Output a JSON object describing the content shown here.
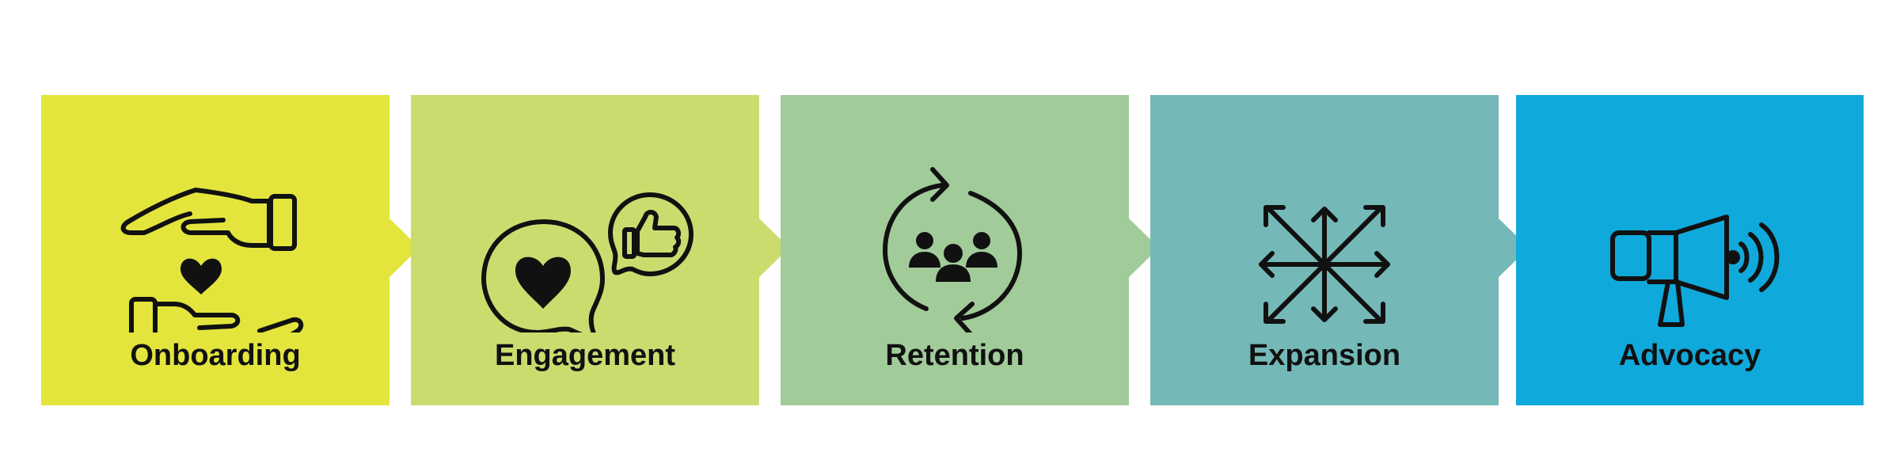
{
  "stages": [
    {
      "label": "Onboarding",
      "color": "#E3E53D",
      "icon": "hands-heart-icon"
    },
    {
      "label": "Engagement",
      "color": "#CBDC6F",
      "icon": "chat-heart-thumbs-up-icon"
    },
    {
      "label": "Retention",
      "color": "#A2CB9A",
      "icon": "cycle-people-icon"
    },
    {
      "label": "Expansion",
      "color": "#74B9B8",
      "icon": "expand-arrows-icon"
    },
    {
      "label": "Advocacy",
      "color": "#10A9DB",
      "icon": "megaphone-icon"
    }
  ]
}
